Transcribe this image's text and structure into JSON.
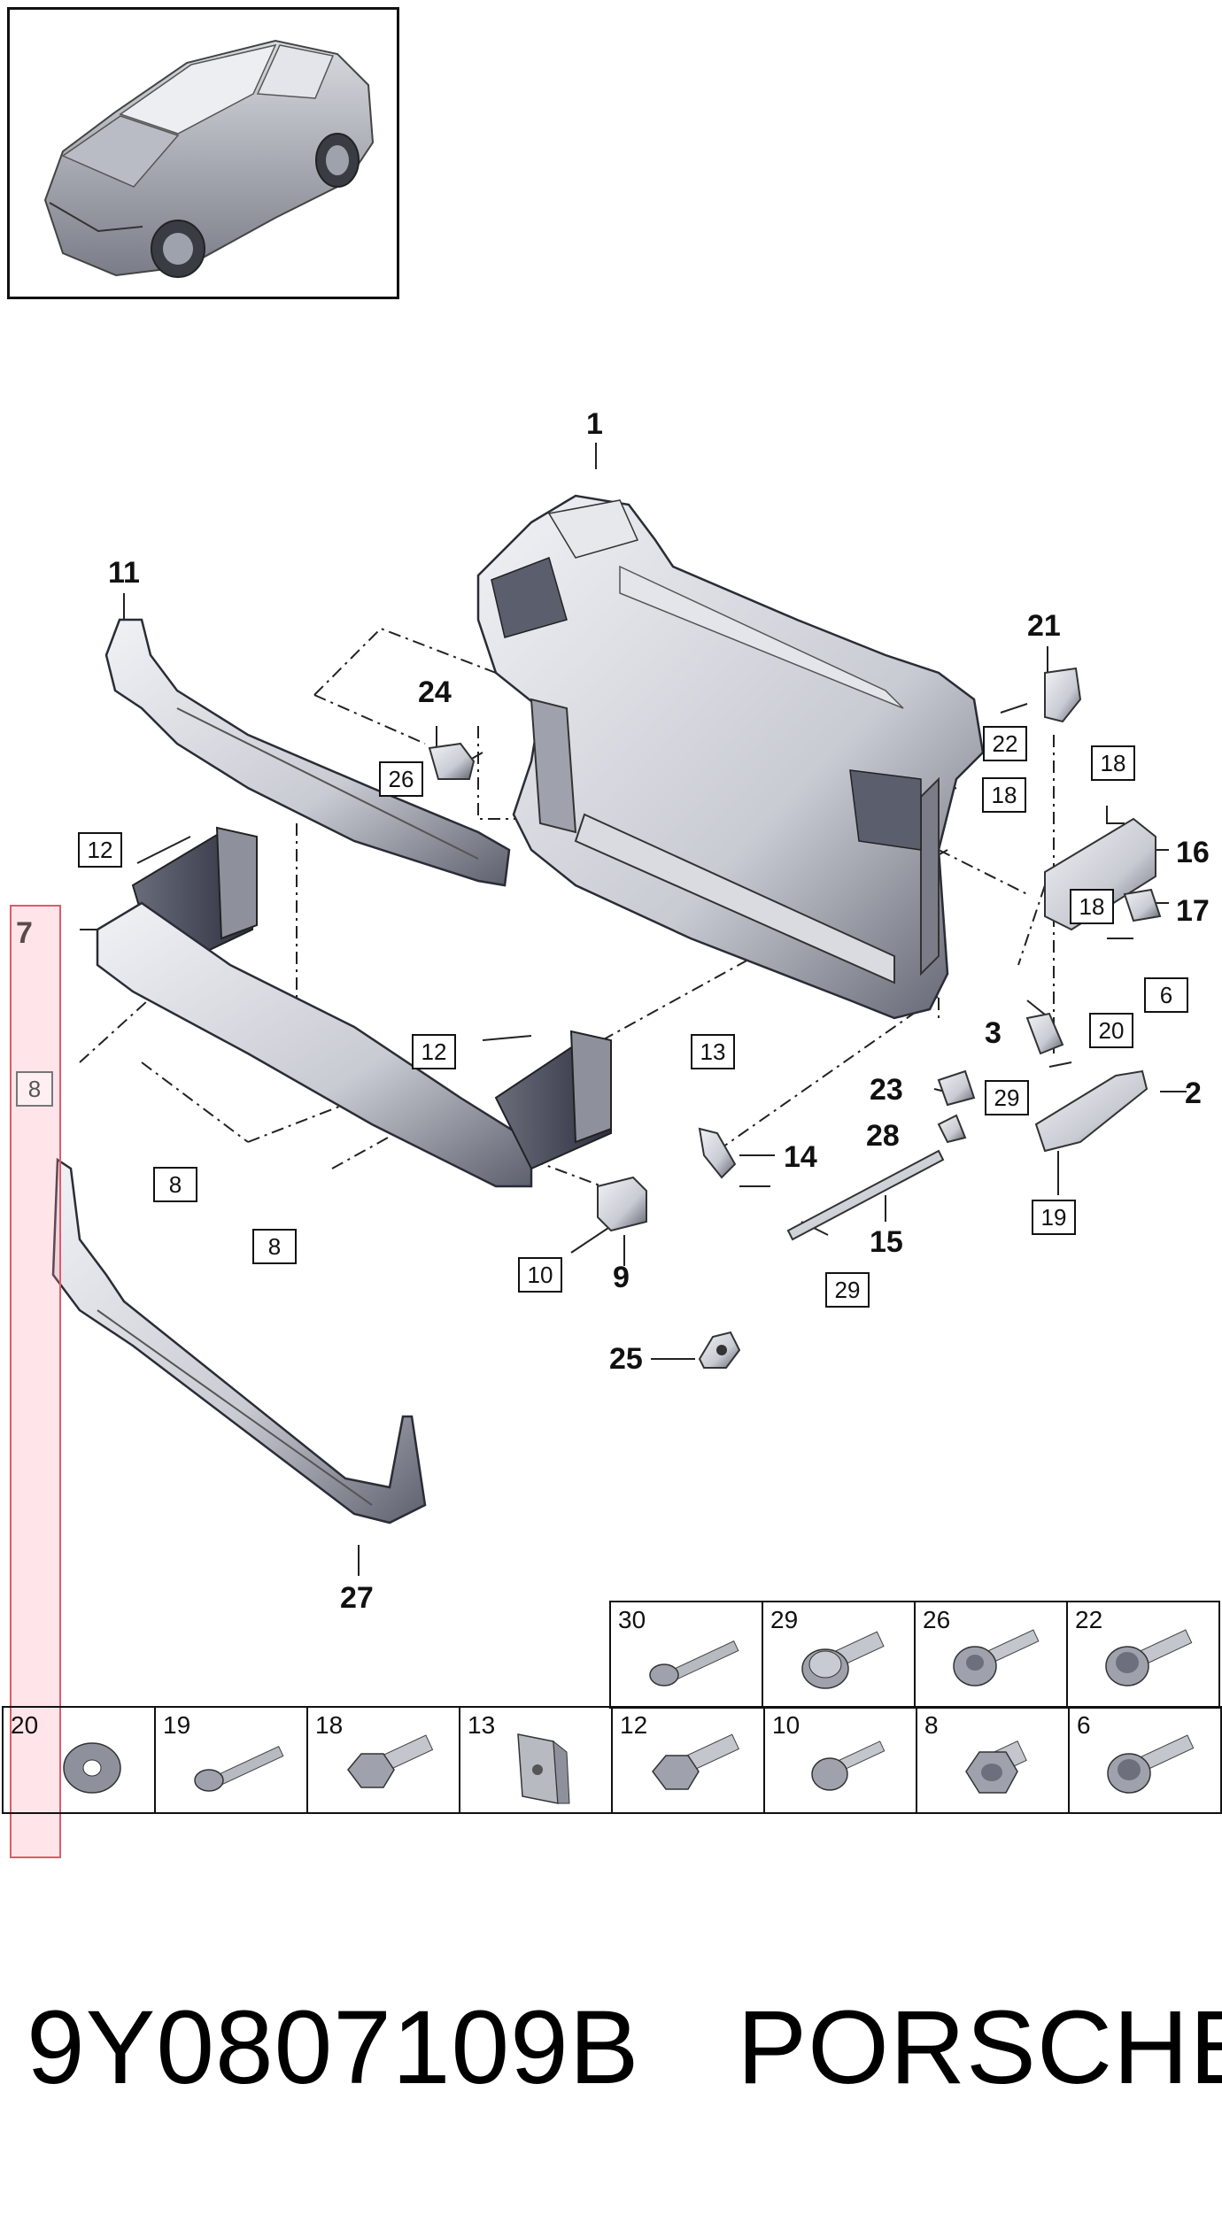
{
  "diagram": {
    "callouts_bold": [
      "1",
      "11",
      "21",
      "24",
      "7",
      "16",
      "17",
      "3",
      "2",
      "23",
      "28",
      "14",
      "15",
      "9",
      "25",
      "27"
    ],
    "callouts_boxed": [
      "26",
      "22",
      "18",
      "18",
      "18",
      "12",
      "12",
      "13",
      "6",
      "20",
      "29",
      "19",
      "8",
      "8",
      "8",
      "10",
      "29"
    ]
  },
  "highlight": {
    "bold": "7",
    "boxed": "8"
  },
  "fasteners": {
    "top_row": [
      {
        "num": "30",
        "icon": "long-bolt-icon"
      },
      {
        "num": "29",
        "icon": "flange-bolt-icon"
      },
      {
        "num": "26",
        "icon": "torx-bolt-icon"
      },
      {
        "num": "22",
        "icon": "splined-bolt-icon"
      }
    ],
    "bottom_row": [
      {
        "num": "20",
        "icon": "washer-icon"
      },
      {
        "num": "19",
        "icon": "long-bolt-icon"
      },
      {
        "num": "18",
        "icon": "hex-bolt-icon"
      },
      {
        "num": "13",
        "icon": "clip-nut-icon"
      },
      {
        "num": "12",
        "icon": "hex-bolt-icon"
      },
      {
        "num": "10",
        "icon": "small-bolt-icon"
      },
      {
        "num": "8",
        "icon": "collar-nut-icon"
      },
      {
        "num": "6",
        "icon": "splined-bolt-icon"
      }
    ]
  },
  "footer": {
    "part_number": "9Y0807109B",
    "brand": "PORSCHE"
  }
}
